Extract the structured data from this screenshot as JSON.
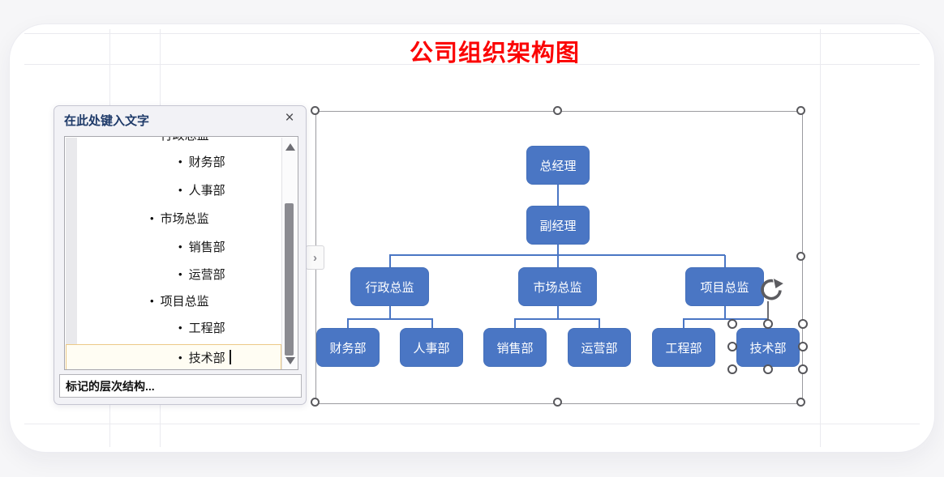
{
  "slide": {
    "title": "公司组织架构图",
    "title_color": "#FF0000"
  },
  "text_pane": {
    "header": "在此处键入文字",
    "close_icon": "×",
    "toggle_icon": "›",
    "bullet_char": "•",
    "footer": "标记的层次结构...",
    "selected_item": "技术部",
    "selection_highlight_color": "#FFFDF3",
    "selection_border_color": "#ECC987",
    "items": [
      {
        "text": "行政总监",
        "level": 1,
        "clipped": true
      },
      {
        "text": "财务部",
        "level": 2
      },
      {
        "text": "人事部",
        "level": 2
      },
      {
        "text": "市场总监",
        "level": 1
      },
      {
        "text": "销售部",
        "level": 2
      },
      {
        "text": "运营部",
        "level": 2
      },
      {
        "text": "项目总监",
        "level": 1
      },
      {
        "text": "工程部",
        "level": 2
      },
      {
        "text": "技术部",
        "level": 2,
        "selected": true
      }
    ]
  },
  "org_chart": {
    "box_color": "#4A76C4",
    "box_text_color": "#FFFFFF",
    "selected_node": "技术部",
    "nodes": [
      {
        "label": "总经理",
        "parent": null
      },
      {
        "label": "副经理",
        "parent": "总经理"
      },
      {
        "label": "行政总监",
        "parent": "副经理"
      },
      {
        "label": "市场总监",
        "parent": "副经理"
      },
      {
        "label": "项目总监",
        "parent": "副经理"
      },
      {
        "label": "财务部",
        "parent": "行政总监"
      },
      {
        "label": "人事部",
        "parent": "行政总监"
      },
      {
        "label": "销售部",
        "parent": "市场总监"
      },
      {
        "label": "运营部",
        "parent": "市场总监"
      },
      {
        "label": "工程部",
        "parent": "项目总监"
      },
      {
        "label": "技术部",
        "parent": "项目总监"
      }
    ]
  }
}
